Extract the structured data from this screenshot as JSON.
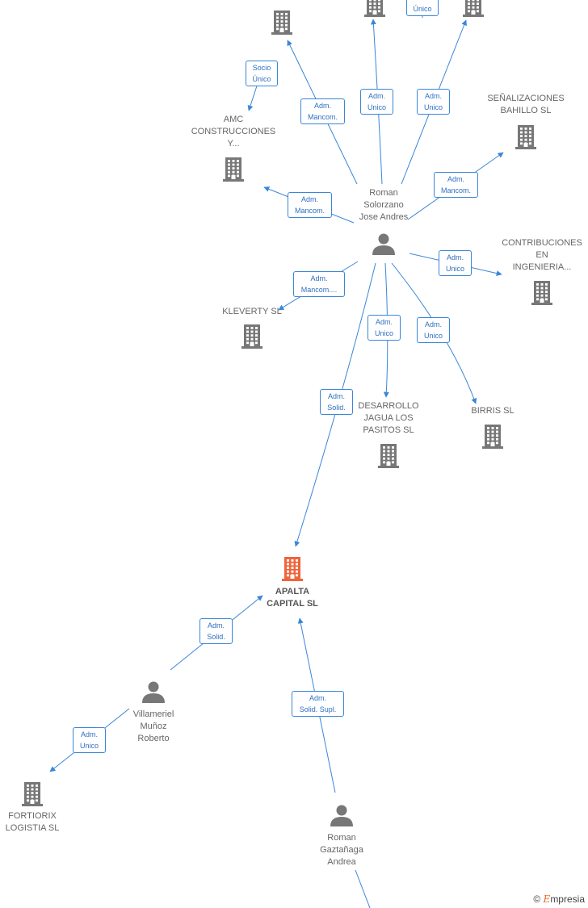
{
  "colors": {
    "edge": "#3a86d8",
    "node": "#777777",
    "focus": "#f0643c"
  },
  "nodes": {
    "top_left": {
      "label": ""
    },
    "top_mid": {
      "label": ""
    },
    "top_right": {
      "label": ""
    },
    "amc": {
      "label": [
        "AMC",
        "CONSTRUCCIONES",
        "Y..."
      ]
    },
    "senalizaciones": {
      "label": [
        "SEÑALIZACIONES",
        "BAHILLO SL"
      ]
    },
    "roman_solorzano": {
      "label": [
        "Roman",
        "Solorzano",
        "Jose Andres"
      ]
    },
    "contribuciones": {
      "label": [
        "CONTRIBUCIONES",
        "EN",
        "INGENIERIA..."
      ]
    },
    "kleverty": {
      "label": [
        "KLEVERTY SL"
      ]
    },
    "desarrollo": {
      "label": [
        "DESARROLLO",
        "JAGUA LOS",
        "PASITOS SL"
      ]
    },
    "birris": {
      "label": [
        "BIRRIS SL"
      ]
    },
    "apalta": {
      "label": [
        "APALTA",
        "CAPITAL SL"
      ]
    },
    "villameriel": {
      "label": [
        "Villameriel",
        "Muñoz",
        "Roberto"
      ]
    },
    "fortiorix": {
      "label": [
        "FORTIORIX",
        "LOGISTIA SL"
      ]
    },
    "roman_gaztanaga": {
      "label": [
        "Roman",
        "Gaztañaga",
        "Andrea"
      ]
    }
  },
  "roles": {
    "socio_unico_top": [
      "Socio",
      "Único"
    ],
    "socio_unico_amc": [
      "Socio",
      "Único"
    ],
    "adm_mancom_1": [
      "Adm.",
      "Mancom."
    ],
    "adm_unico_1": [
      "Adm.",
      "Unico"
    ],
    "adm_unico_2": [
      "Adm.",
      "Unico"
    ],
    "adm_mancom_senal": [
      "Adm.",
      "Mancom."
    ],
    "adm_mancom_amc": [
      "Adm.",
      "Mancom."
    ],
    "adm_unico_contrib": [
      "Adm.",
      "Unico"
    ],
    "adm_mancom_klev": [
      "Adm.",
      "Mancom...."
    ],
    "adm_unico_desarr": [
      "Adm.",
      "Unico"
    ],
    "adm_unico_birris": [
      "Adm.",
      "Unico"
    ],
    "adm_solid_rs": [
      "Adm.",
      "Solid."
    ],
    "adm_solid_vm": [
      "Adm.",
      "Solid."
    ],
    "adm_unico_fort": [
      "Adm.",
      "Unico"
    ],
    "adm_solid_supl": [
      "Adm.",
      "Solid. Supl."
    ]
  },
  "brand": {
    "copyright": "©",
    "name_initial": "E",
    "name_rest": "mpresia"
  }
}
